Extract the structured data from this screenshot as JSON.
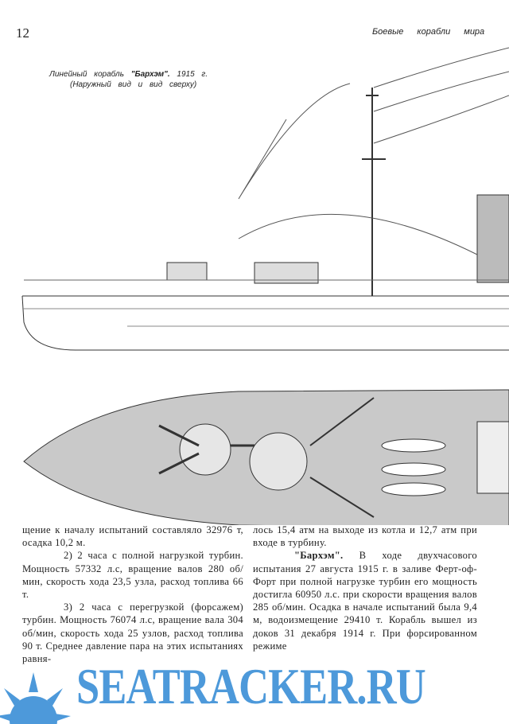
{
  "page_number": "12",
  "header": "Боевые корабли мира",
  "caption": {
    "line1_pre": "Линейный корабль",
    "ship": "\"Бархэм\".",
    "year": "1915 г.",
    "line2": "(Наружный вид и вид сверху)"
  },
  "left_column": [
    "щение к началу испытаний составляло 32976 т, осадка 10,2 м.",
    "2) 2 часа с полной нагрузкой турбин. Мощность 57332 л.с, вращение валов 280 об/мин, скорость хода 23,5 узла, расход топлива 66 т.",
    "3) 2 часа с перегрузкой (форсажем) турбин. Мощность 76074 л.с, вращение вала 304 об/мин, скорость хода 25 узлов, расход топлива 90 т. Среднее давление пара на этих испытаниях равня-"
  ],
  "right_column": {
    "p1": "лось 15,4 атм на выходе из котла и 12,7 атм при входе в турбину.",
    "p2_bold": "\"Бархэм\".",
    "p2": " В ходе двухчасового испытания 27 августа 1915 г. в заливе Ферт-оф-Форт при полной нагрузке турбин его мощность достигла 60950 л.с. при скорости вращения валов 285 об/мин. Осадка в начале испытаний была 9,4 м, водоизмещение 29410 т. Корабль вышел из доков 31 декабря 1914 г. При форсированном режиме"
  },
  "watermark": "SEATRACKER.RU",
  "colors": {
    "watermark": "#3a8fd6",
    "ink": "#222222"
  }
}
